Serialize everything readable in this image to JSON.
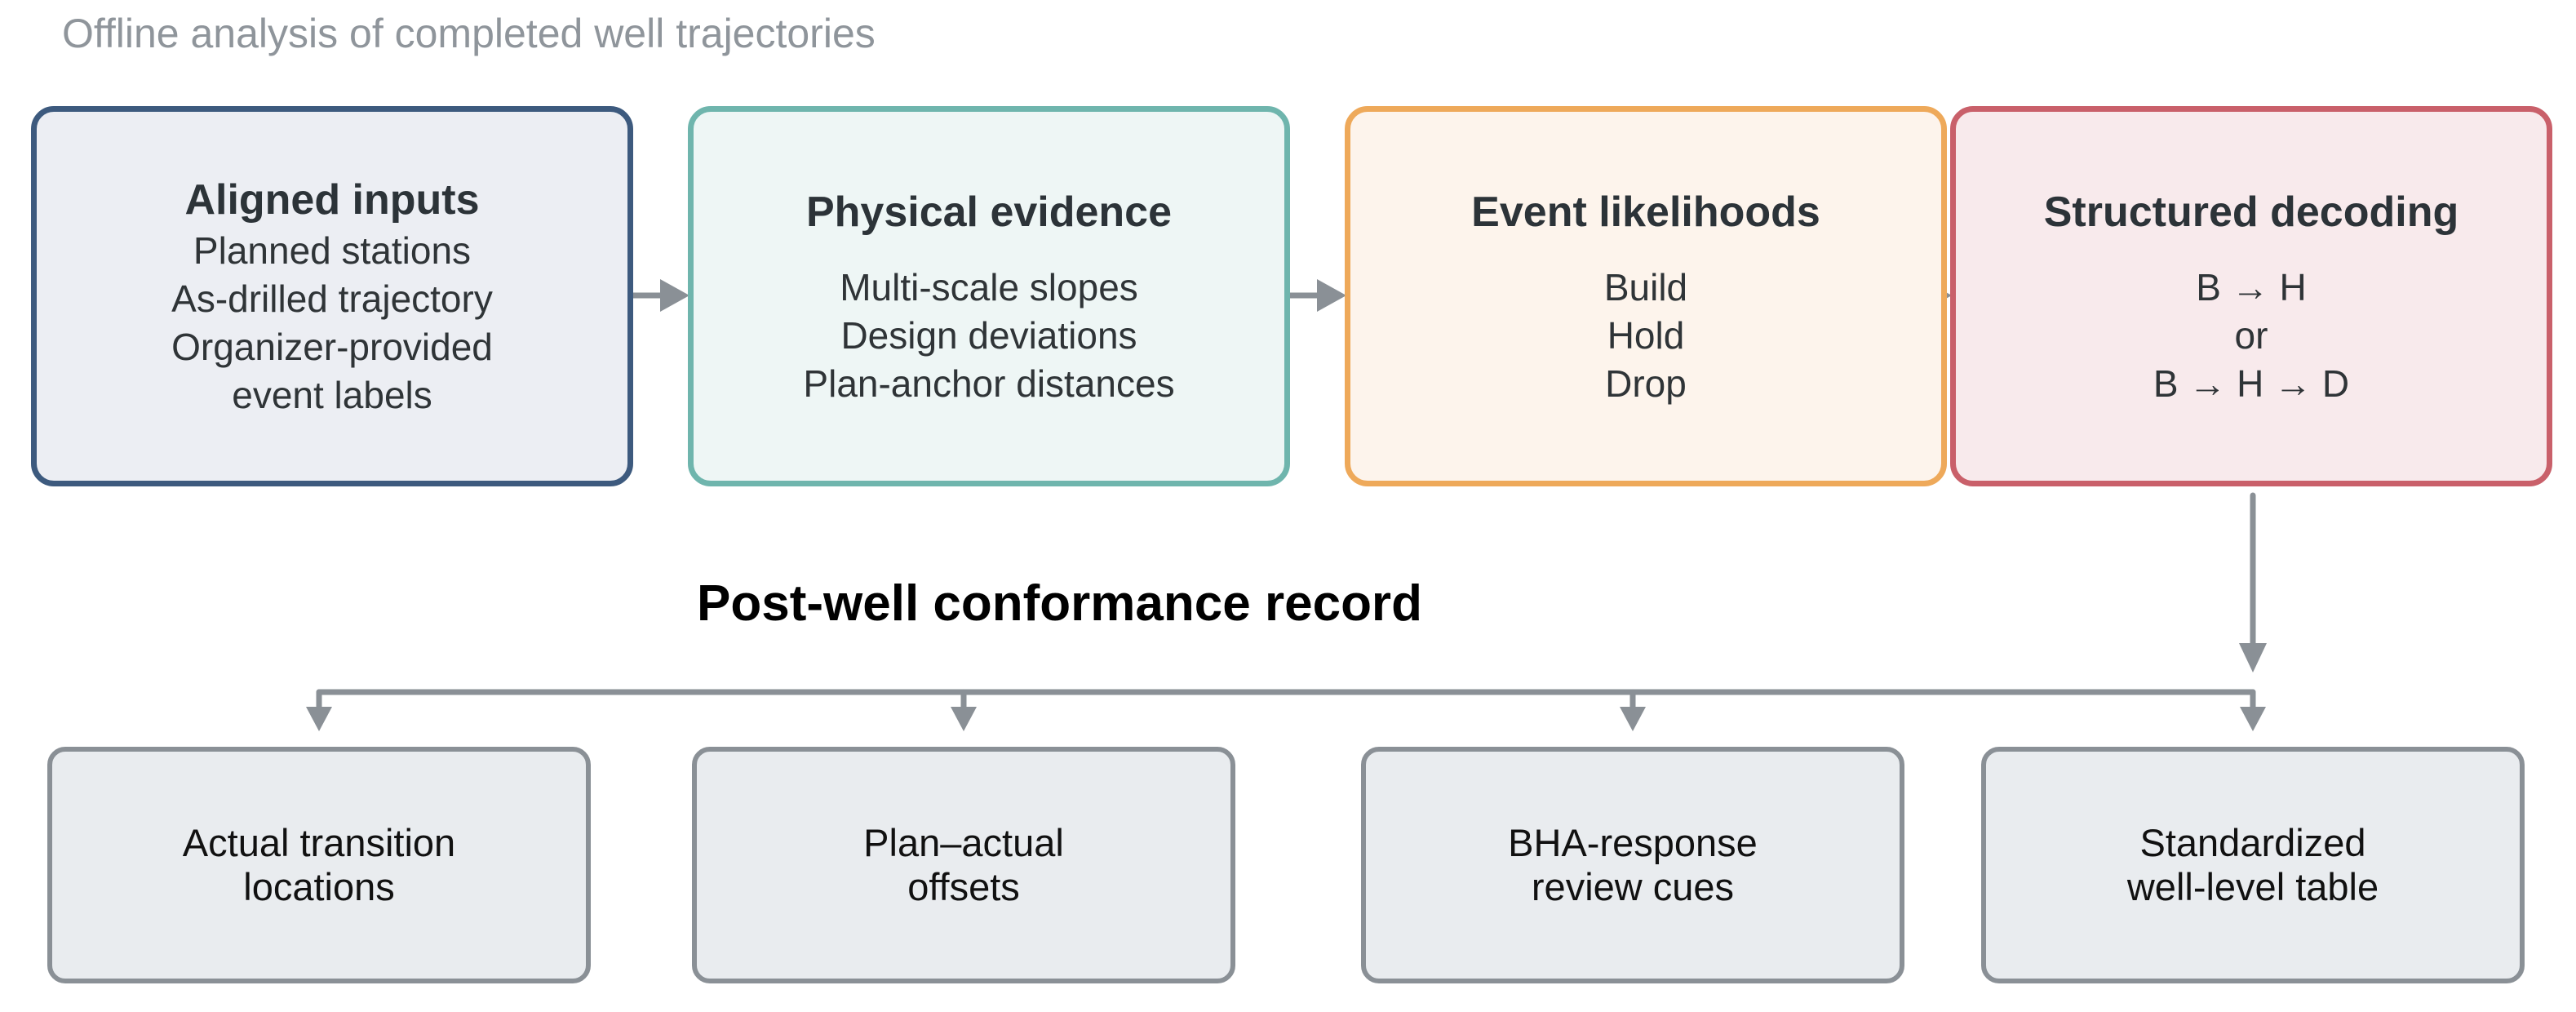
{
  "caption": "Offline analysis of completed well trajectories",
  "section_title": "Post-well conformance record",
  "stages": [
    {
      "id": "aligned-inputs",
      "title": "Aligned inputs",
      "lines": [
        "Planned stations",
        "As-drilled trajectory",
        "Organizer-provided",
        "event labels"
      ],
      "border_color": "#3d5a7e",
      "fill_color": "#eceef3"
    },
    {
      "id": "physical-evidence",
      "title": "Physical evidence",
      "lines": [
        "Multi-scale slopes",
        "Design deviations",
        "Plan-anchor distances"
      ],
      "border_color": "#6fb5ad",
      "fill_color": "#eef6f5"
    },
    {
      "id": "event-likelihoods",
      "title": "Event likelihoods",
      "lines": [
        "Build",
        "Hold",
        "Drop"
      ],
      "border_color": "#eea95a",
      "fill_color": "#fdf4ec"
    },
    {
      "id": "structured-decoding",
      "title": "Structured decoding",
      "lines": [
        "B → H",
        "or",
        "B → H → D"
      ],
      "border_color": "#c9606a",
      "fill_color": "#f8eaec"
    }
  ],
  "outputs": [
    {
      "id": "actual-transition-locations",
      "lines": [
        "Actual transition",
        "locations"
      ]
    },
    {
      "id": "plan-actual-offsets",
      "lines": [
        "Plan–actual",
        "offsets"
      ]
    },
    {
      "id": "bha-response-review-cues",
      "lines": [
        "BHA-response",
        "review cues"
      ]
    },
    {
      "id": "standardized-well-level-table",
      "lines": [
        "Standardized",
        "well-level table"
      ]
    }
  ],
  "colors": {
    "connector": "#8a9096",
    "output_border": "#8a9096",
    "output_fill": "#e9ecef",
    "caption": "#8f959b"
  }
}
